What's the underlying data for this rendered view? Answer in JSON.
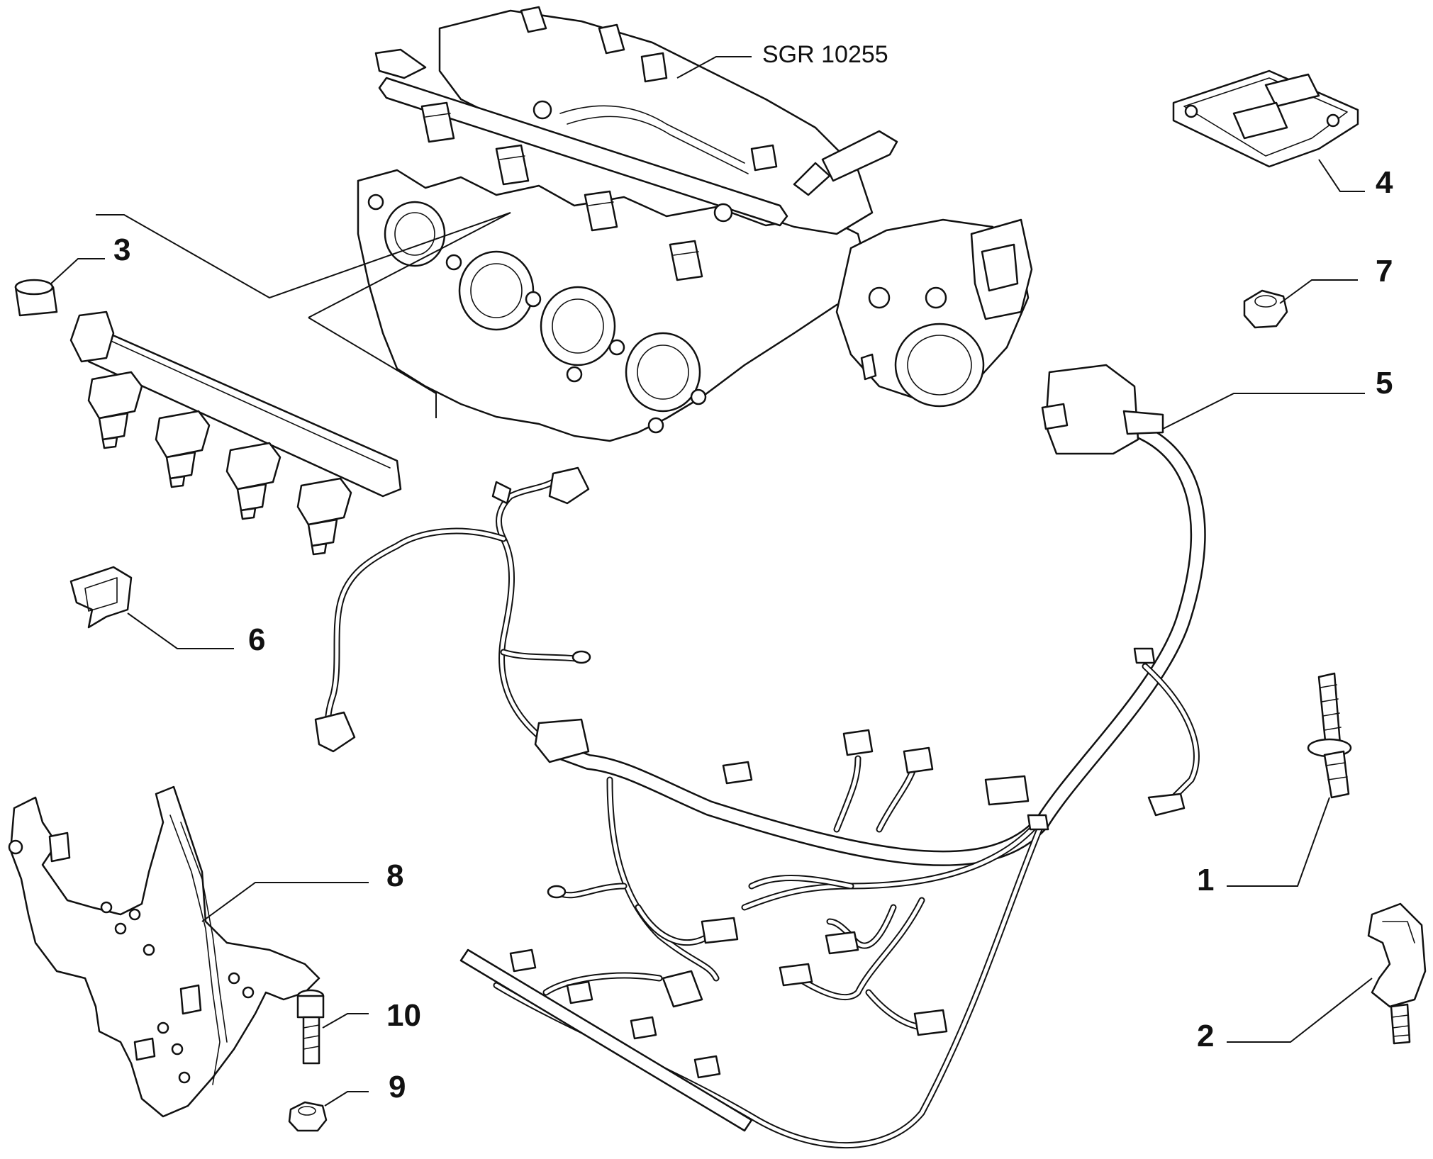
{
  "diagram": {
    "reference_code": "SGR 10255",
    "callouts": [
      {
        "id": "1",
        "label": "1"
      },
      {
        "id": "2",
        "label": "2"
      },
      {
        "id": "3",
        "label": "3"
      },
      {
        "id": "4",
        "label": "4"
      },
      {
        "id": "5",
        "label": "5"
      },
      {
        "id": "6",
        "label": "6"
      },
      {
        "id": "7",
        "label": "7"
      },
      {
        "id": "8",
        "label": "8"
      },
      {
        "id": "9",
        "label": "9"
      },
      {
        "id": "10",
        "label": "10"
      }
    ]
  }
}
